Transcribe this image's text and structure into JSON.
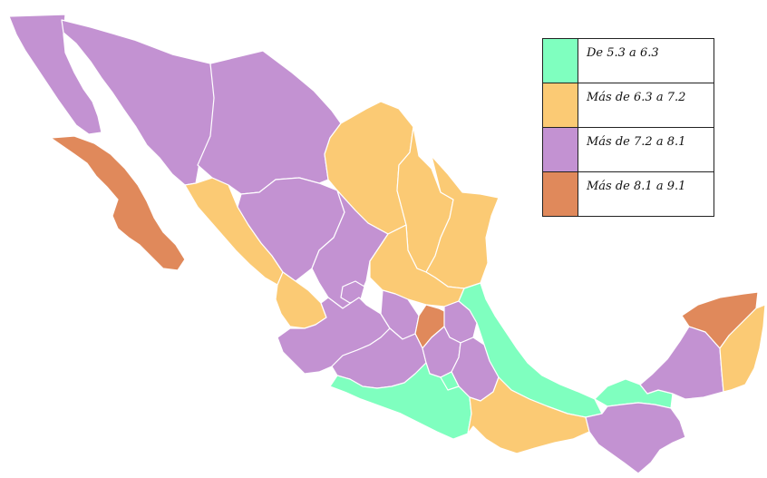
{
  "legend": {
    "items": [
      {
        "label": "De 5.3 a 6.3",
        "color": "#7fffbf"
      },
      {
        "label": "Más de 6.3 a 7.2",
        "color": "#fbca74"
      },
      {
        "label": "Más de 7.2 a 8.1",
        "color": "#c392d2"
      },
      {
        "label": "Más de 8.1 a 9.1",
        "color": "#e0895b"
      }
    ]
  },
  "map": {
    "regions": [
      {
        "name": "baja-california",
        "class": 2
      },
      {
        "name": "baja-california-sur",
        "class": 3
      },
      {
        "name": "sonora",
        "class": 2
      },
      {
        "name": "chihuahua",
        "class": 2
      },
      {
        "name": "coahuila",
        "class": 1
      },
      {
        "name": "nuevo-leon",
        "class": 1
      },
      {
        "name": "tamaulipas",
        "class": 1
      },
      {
        "name": "sinaloa",
        "class": 1
      },
      {
        "name": "durango",
        "class": 2
      },
      {
        "name": "zacatecas",
        "class": 2
      },
      {
        "name": "san-luis-potosi",
        "class": 1
      },
      {
        "name": "nayarit",
        "class": 1
      },
      {
        "name": "aguascalientes",
        "class": 2
      },
      {
        "name": "jalisco",
        "class": 2
      },
      {
        "name": "guanajuato",
        "class": 2
      },
      {
        "name": "queretaro",
        "class": 3
      },
      {
        "name": "hidalgo",
        "class": 2
      },
      {
        "name": "veracruz",
        "class": 0
      },
      {
        "name": "michoacan",
        "class": 2
      },
      {
        "name": "mexico-state",
        "class": 2
      },
      {
        "name": "tlaxcala",
        "class": 1
      },
      {
        "name": "puebla",
        "class": 2
      },
      {
        "name": "guerrero",
        "class": 0
      },
      {
        "name": "morelos",
        "class": 0
      },
      {
        "name": "oaxaca",
        "class": 1
      },
      {
        "name": "tabasco",
        "class": 0
      },
      {
        "name": "chiapas",
        "class": 2
      },
      {
        "name": "campeche",
        "class": 2
      },
      {
        "name": "yucatan",
        "class": 3
      },
      {
        "name": "quintana-roo",
        "class": 1
      }
    ]
  }
}
